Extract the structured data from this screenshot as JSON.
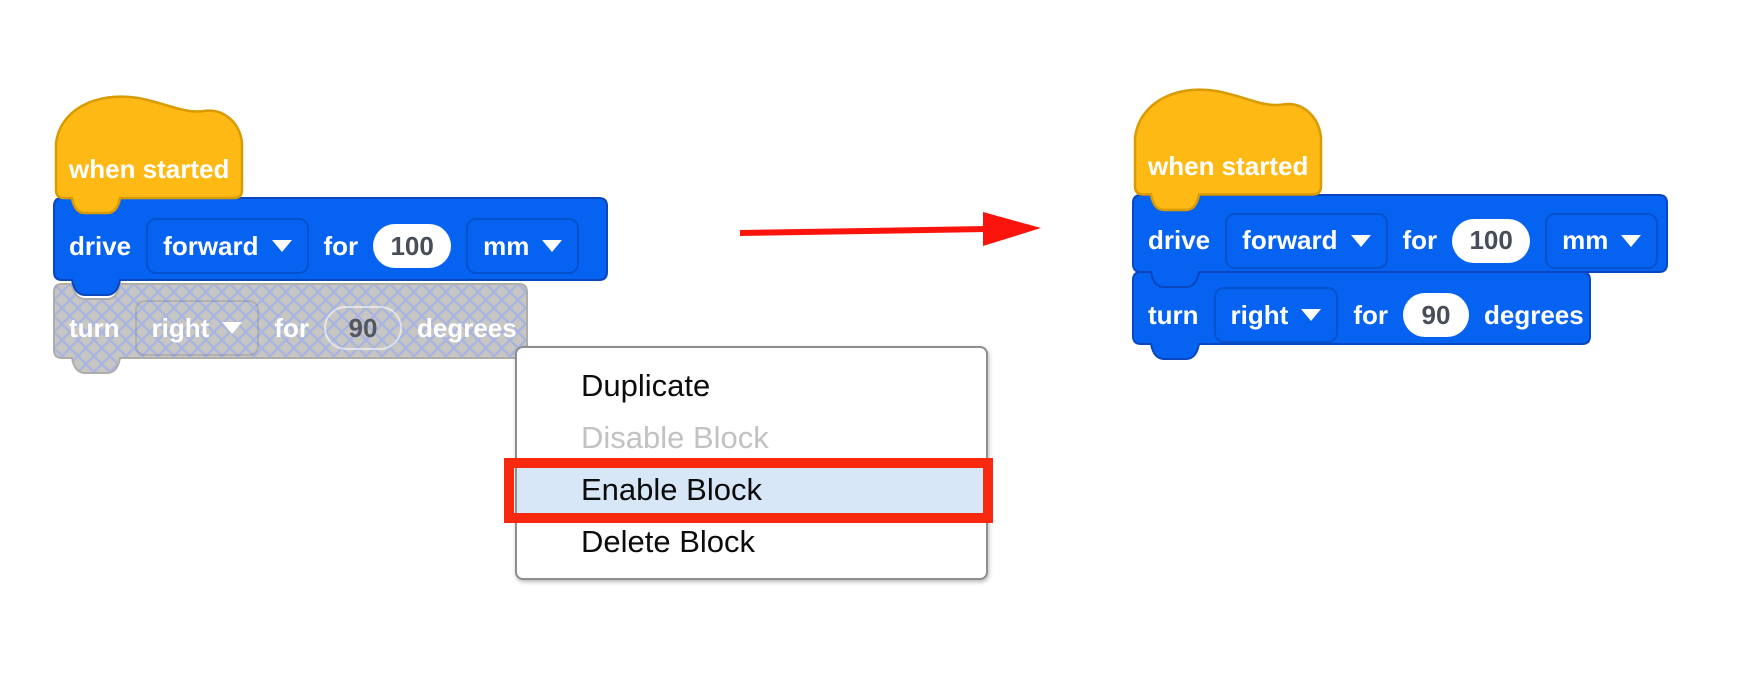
{
  "colors": {
    "block_blue": "#0662F1",
    "block_blue_border": "#0A47BE",
    "hat_orange": "#FFB915",
    "hat_orange_border": "#D99C00",
    "disabled_fill": "#C7C6C3",
    "disabled_hatch": "#A8B5DF",
    "disabled_border": "#AEADA9",
    "value_text": "#474E59",
    "menu_highlight": "#D7E7F8",
    "menu_disabled_text": "#C2C2C2",
    "annotation_red": "#F8290E",
    "arrow_red": "#FA140C"
  },
  "left_stack": {
    "hat": {
      "label": "when started"
    },
    "drive": {
      "verb": "drive",
      "direction": "forward",
      "for": "for",
      "value": "100",
      "unit": "mm"
    },
    "turn": {
      "verb": "turn",
      "direction": "right",
      "for": "for",
      "value": "90",
      "unit": "degrees",
      "state": "disabled"
    }
  },
  "right_stack": {
    "hat": {
      "label": "when started"
    },
    "drive": {
      "verb": "drive",
      "direction": "forward",
      "for": "for",
      "value": "100",
      "unit": "mm"
    },
    "turn": {
      "verb": "turn",
      "direction": "right",
      "for": "for",
      "value": "90",
      "unit": "degrees",
      "state": "enabled"
    }
  },
  "context_menu": {
    "items": [
      {
        "label": "Duplicate",
        "state": "normal"
      },
      {
        "label": "Disable Block",
        "state": "disabled"
      },
      {
        "label": "Enable Block",
        "state": "highlighted"
      },
      {
        "label": "Delete Block",
        "state": "normal"
      }
    ]
  }
}
